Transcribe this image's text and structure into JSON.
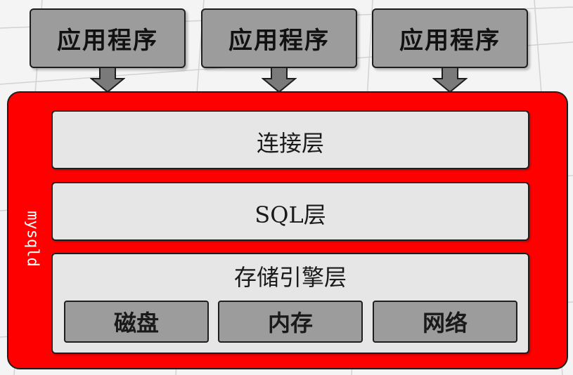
{
  "applications": [
    "应用程序",
    "应用程序",
    "应用程序"
  ],
  "server": {
    "label": "mysqld",
    "layers": {
      "connection": "连接层",
      "sql": "SQL层",
      "storage": "存储引擎层"
    },
    "resources": [
      "磁盘",
      "内存",
      "网络"
    ]
  },
  "colors": {
    "server_fill": "#ff0000",
    "app_fill": "#9c9c9c",
    "layer_fill": "#e6e6e6",
    "arrow_fill": "#7a7a7a"
  }
}
